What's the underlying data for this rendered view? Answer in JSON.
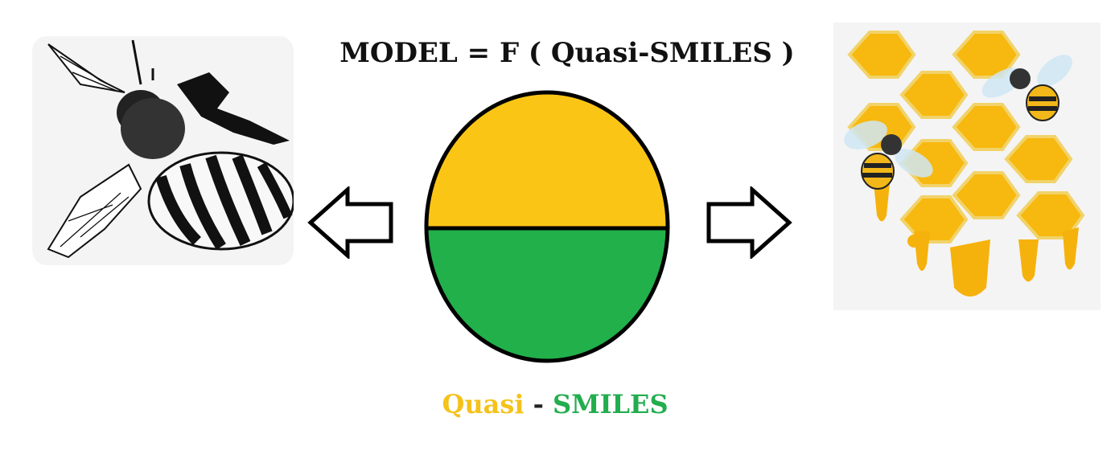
{
  "title": "MODEL = F ( Quasi-SMILES )",
  "caption": {
    "left": "Quasi",
    "separator": "-",
    "right": "SMILES"
  },
  "colors": {
    "top_half": "#fbc516",
    "bottom_half": "#22b04b",
    "caption_left": "#f5c21a",
    "caption_right": "#22ad4e",
    "honey": "#f7b80f",
    "outline": "#000000"
  },
  "icons": {
    "left_image": "bee-sketch-icon",
    "right_image": "honeycomb-bees-icon",
    "left_arrow": "arrow-left-icon",
    "right_arrow": "arrow-right-icon"
  }
}
